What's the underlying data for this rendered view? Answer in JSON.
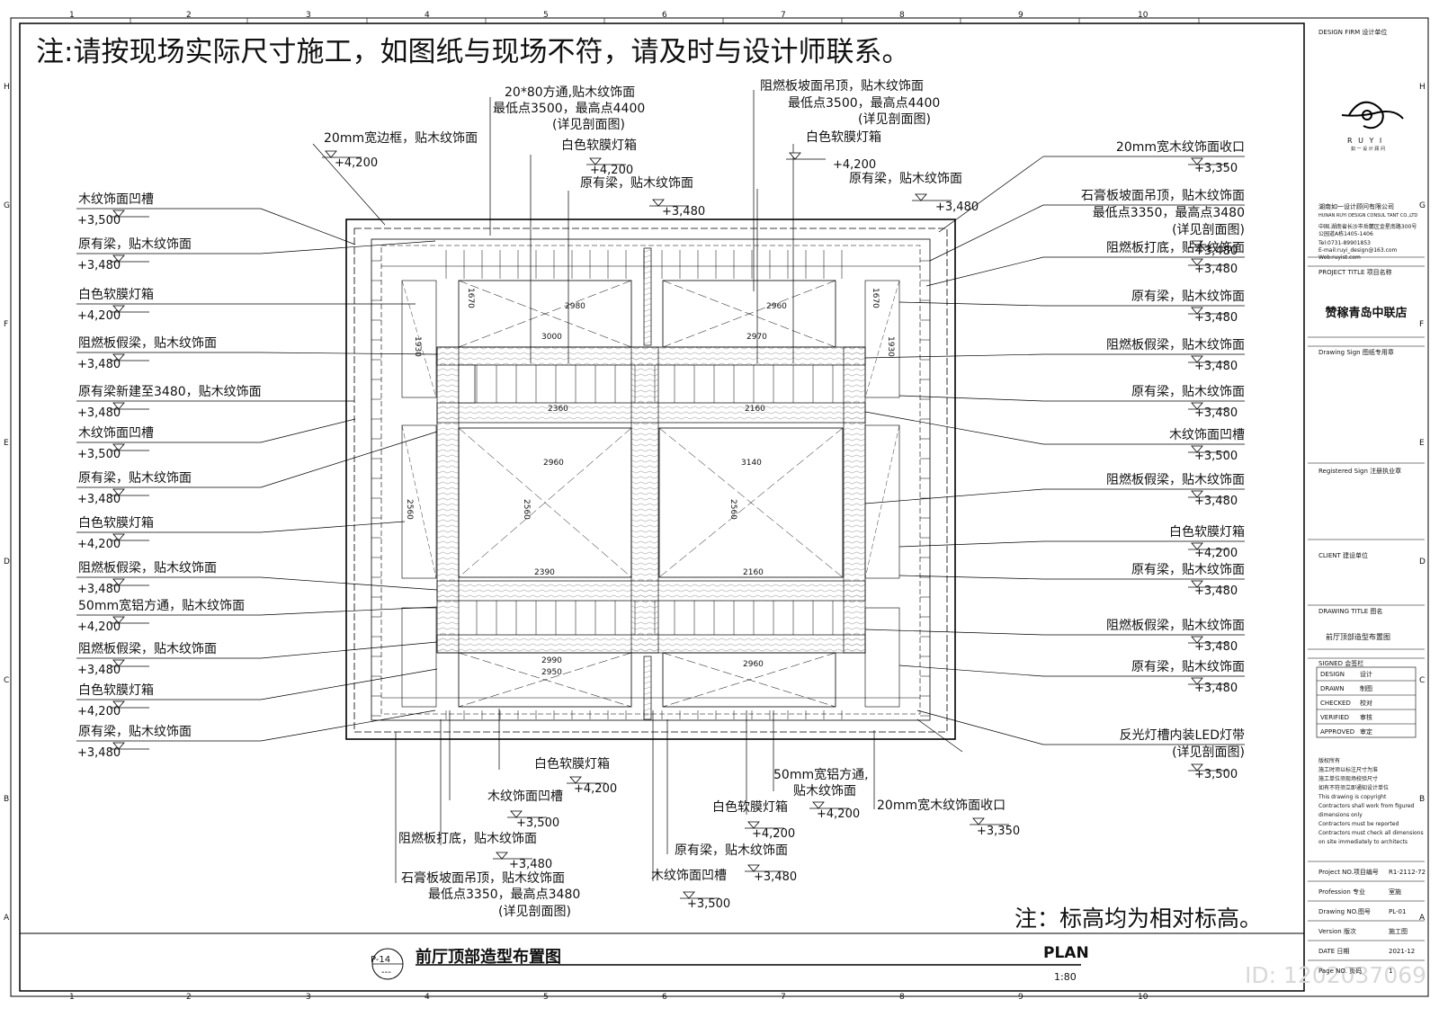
{
  "notes": {
    "top": "注:请按现场实际尺寸施工，如图纸与现场不符，请及时与设计师联系。",
    "bottom": "注：标高均为相对标高。"
  },
  "grid": {
    "cols": [
      "1",
      "2",
      "3",
      "4",
      "5",
      "6",
      "7",
      "8",
      "9",
      "10"
    ],
    "rows": [
      "H",
      "G",
      "F",
      "E",
      "D",
      "C",
      "B",
      "A"
    ]
  },
  "left_labels": [
    {
      "text": "木纹饰面凹槽",
      "level": "+3,500"
    },
    {
      "text": "原有梁，贴木纹饰面",
      "level": "+3,480"
    },
    {
      "text": "白色软膜灯箱",
      "level": "+4,200"
    },
    {
      "text": "阻燃板假梁，贴木纹饰面",
      "level": "+3,480"
    },
    {
      "text": "原有梁新建至3480，贴木纹饰面",
      "level": "+3,480"
    },
    {
      "text": "木纹饰面凹槽",
      "level": "+3,500"
    },
    {
      "text": "原有梁，贴木纹饰面",
      "level": "+3,480"
    },
    {
      "text": "白色软膜灯箱",
      "level": "+4,200"
    },
    {
      "text": "阻燃板假梁，贴木纹饰面",
      "level": "+3,480"
    },
    {
      "text": "50mm宽铝方通，贴木纹饰面",
      "level": "+4,200"
    },
    {
      "text": "阻燃板假梁，贴木纹饰面",
      "level": "+3,480"
    },
    {
      "text": "白色软膜灯箱",
      "level": "+4,200"
    },
    {
      "text": "原有梁，贴木纹饰面",
      "level": "+3,480"
    }
  ],
  "right_labels": [
    {
      "text": "20mm宽木纹饰面收口",
      "level": "+3,350"
    },
    {
      "text": "石膏板坡面吊顶，贴木纹饰面",
      "sub1": "最低点3350，最高点3480",
      "sub2": "(详见剖面图)",
      "level": "+3,480"
    },
    {
      "text": "阻燃板打底，贴木纹饰面",
      "level": "+3,480"
    },
    {
      "text": "原有梁，贴木纹饰面",
      "level": "+3,480"
    },
    {
      "text": "阻燃板假梁，贴木纹饰面",
      "level": "+3,480"
    },
    {
      "text": "原有梁，贴木纹饰面",
      "level": "+3,480"
    },
    {
      "text": "木纹饰面凹槽",
      "level": "+3,500"
    },
    {
      "text": "阻燃板假梁，贴木纹饰面",
      "level": "+3,480"
    },
    {
      "text": "白色软膜灯箱",
      "level": "+4,200"
    },
    {
      "text": "原有梁，贴木纹饰面",
      "level": "+3,480"
    },
    {
      "text": "阻燃板假梁，贴木纹饰面",
      "level": "+3,480"
    },
    {
      "text": "原有梁，贴木纹饰面",
      "level": "+3,480"
    },
    {
      "text": "反光灯槽内装LED灯带",
      "sub1": "(详见剖面图)",
      "level": "+3,500"
    }
  ],
  "top_labels": {
    "frame": {
      "text": "20mm宽边框，贴木纹饰面",
      "level": "+4,200"
    },
    "tube": {
      "text": "20*80方通,贴木纹饰面",
      "sub1": "最低点3500，最高点4400",
      "sub2": "(详见剖面图)"
    },
    "lightbox1": {
      "text": "白色软膜灯箱",
      "level": "+4,200"
    },
    "beam1": {
      "text": "原有梁，贴木纹饰面",
      "level": "+3,480"
    },
    "slope": {
      "text": "阻燃板坡面吊顶，贴木纹饰面",
      "sub1": "最低点3500，最高点4400",
      "sub2": "(详见剖面图)"
    },
    "lightbox2": {
      "text": "白色软膜灯箱",
      "level": "+4,200"
    },
    "beam2": {
      "text": "原有梁，贴木纹饰面",
      "level": "+3,480"
    }
  },
  "bottom_labels": {
    "lightbox": {
      "text": "白色软膜灯箱",
      "level": "+4,200"
    },
    "groove": {
      "text": "木纹饰面凹槽",
      "level": "+3,500"
    },
    "base": {
      "text": "阻燃板打底，贴木纹饰面",
      "level": "+3,480"
    },
    "gypsum": {
      "text": "石膏板坡面吊顶，贴木纹饰面",
      "sub1": "最低点3350，最高点3480",
      "sub2": "(详见剖面图)"
    },
    "alu": {
      "text": "50mm宽铝方通,",
      "sub1": "贴木纹饰面",
      "level": "+4,200"
    },
    "lightbox2": {
      "text": "白色软膜灯箱",
      "level": "+4,200"
    },
    "beam": {
      "text": "原有梁，贴木纹饰面",
      "level": "+3,480"
    },
    "groove2": {
      "text": "木纹饰面凹槽",
      "level": "+3,500"
    },
    "trim": {
      "text": "20mm宽木纹饰面收口",
      "level": "+3,350"
    }
  },
  "dims": {
    "w1": "2980",
    "w2": "2960",
    "w3": "3000",
    "w4": "2970",
    "w5": "2360",
    "w6": "2160",
    "w7": "2960",
    "w8": "3140",
    "w9": "2390",
    "w10": "2160",
    "w11": "2990",
    "w12": "2950",
    "w13": "2960",
    "h1": "2560",
    "h2": "2560",
    "h3": "2560",
    "h4": "1930",
    "h5": "1930",
    "h6": "1670",
    "h7": "1670"
  },
  "title": {
    "drawing": "前厅顶部造型布置图",
    "plan": "PLAN",
    "scale": "1:80",
    "code": "P-14",
    "code2": "---"
  },
  "title_block": {
    "firm_label": "DESIGN FIRM  设计单位",
    "logo": "R U Y I",
    "logo_sub": "如 一 设 计 顾 问",
    "firm_cn": "湖南如一设计顾问有限公司",
    "firm_en": "HUNAN RUYI DESIGN CONSUL TANT CO.,LTD",
    "addr1": "中国.湖南省长沙市岳麓区金星南路300号",
    "addr2": "公园道A栋1405-1406",
    "tel": "Tel:0731-89901853",
    "email": "E-mail:ruyi_design@163.com",
    "web": "Web:ruyist.com",
    "project_label": "PROJECT TITLE  项目名称",
    "project": "赞稼青岛中联店",
    "sign_label": "Drawing Sign  图纸专用章",
    "reg_label": "Registered Sign  注册执业章",
    "client_label": "CLIENT  建设单位",
    "dtitle_label": "DRAWING TITLE  图名",
    "dtitle": "前厅顶部造型布置图",
    "signed_label": "SIGNED  会签栏",
    "roles": [
      [
        "DESIGN",
        "设计"
      ],
      [
        "DRAWN",
        "制图"
      ],
      [
        "CHECKED",
        "校对"
      ],
      [
        "VERIFIED",
        "审核"
      ],
      [
        "APPROVED",
        "审定"
      ]
    ],
    "copyright": [
      "版权所有",
      "施工时须以标注尺寸为准",
      "施工单位须现场校验尺寸",
      "如有不符须立即通知设计单位",
      "This drawing is copyright",
      "Contractors shall work from figured",
      "dimensions only",
      "Contractors must be reported",
      "Contractors must check all dimensions",
      "on site immediately to architects"
    ],
    "proj_no_label": "Project NO.项目编号",
    "proj_no": "R1-2112-72",
    "profession_label": "Profession    专业",
    "profession": "室施",
    "dwg_label": "Drawing NO.图号",
    "dwg": "PL-01",
    "version_label": "Version    版次",
    "version": "施工图",
    "date_label": "DATE    日期",
    "date": "2021-12",
    "page_label": "Page NO.    页码",
    "page": "1"
  },
  "watermark": "ID: 1202037069"
}
